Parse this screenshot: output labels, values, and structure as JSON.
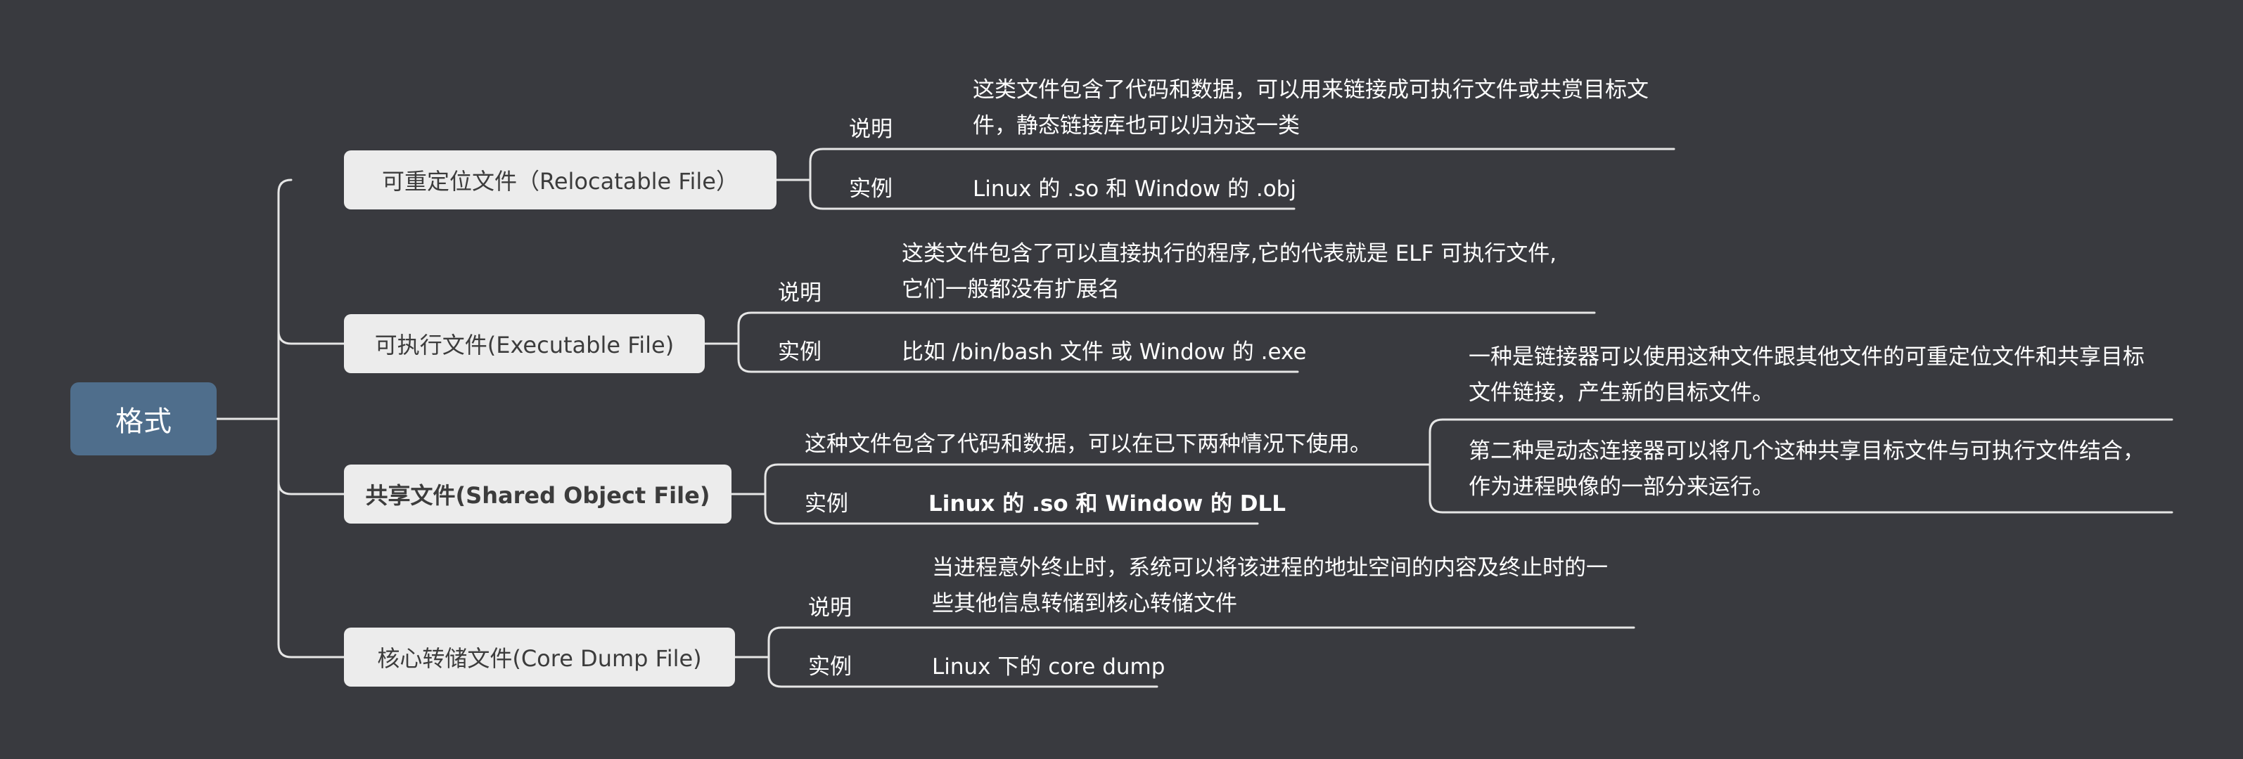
{
  "root": {
    "label": "格式"
  },
  "branches": [
    {
      "title": "可重定位文件（Relocatable File）",
      "desc_label": "说明",
      "desc_lines": [
        "这类文件包含了代码和数据，可以用来链接成可执行文件或共赏目标文",
        "件，静态链接库也可以归为这一类"
      ],
      "example_label": "实例",
      "example": "Linux 的 .so  和 Window 的 .obj"
    },
    {
      "title": "可执行文件(Executable File)",
      "desc_label": "说明",
      "desc_lines": [
        "这类文件包含了可以直接执行的程序,它的代表就是 ELF 可执行文件,",
        "它们一般都没有扩展名"
      ],
      "example_label": "实例",
      "example": "比如 /bin/bash 文件 或 Window 的 .exe"
    },
    {
      "title": "共享文件(Shared Object File)",
      "desc": "这种文件包含了代码和数据，可以在已下两种情况下使用。",
      "cases": [
        [
          "一种是链接器可以使用这种文件跟其他文件的可重定位文件和共享目标",
          "文件链接，产生新的目标文件。"
        ],
        [
          "第二种是动态连接器可以将几个这种共享目标文件与可执行文件结合，",
          "作为进程映像的一部分来运行。"
        ]
      ],
      "example_label": "实例",
      "example": "Linux 的 .so 和 Window 的 DLL"
    },
    {
      "title": "核心转储文件(Core Dump File)",
      "desc_label": "说明",
      "desc_lines": [
        "当进程意外终止时，系统可以将该进程的地址空间的内容及终止时的一",
        "些其他信息转储到核心转储文件"
      ],
      "example_label": "实例",
      "example": "Linux 下的 core dump"
    }
  ]
}
